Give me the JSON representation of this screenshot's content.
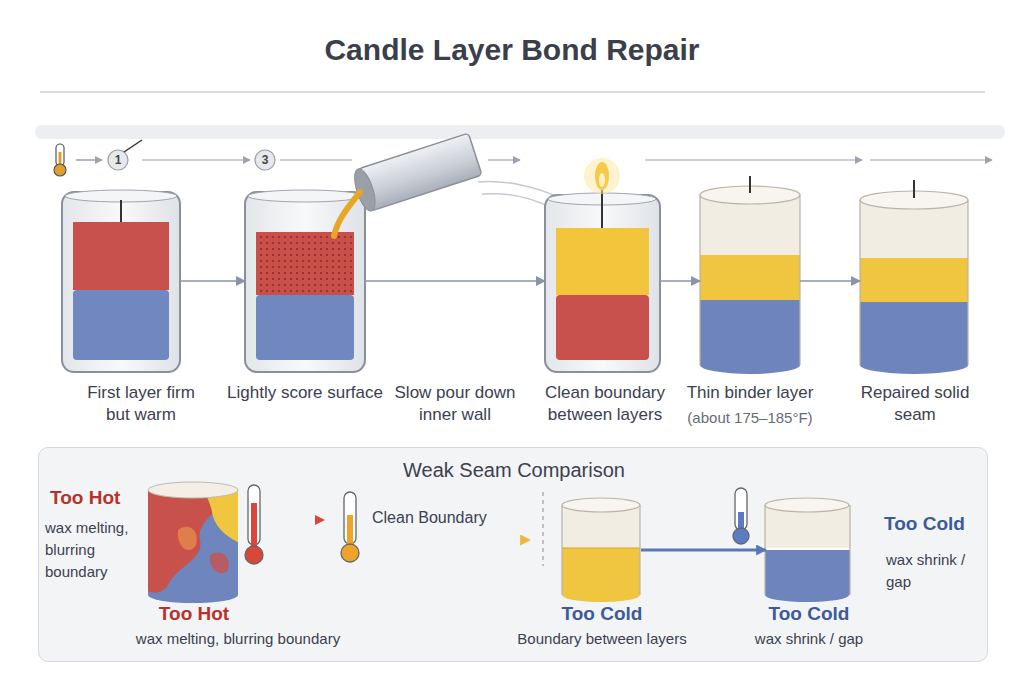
{
  "diagram": {
    "title": "Candle Layer Bond Repair",
    "nodes": [
      {
        "text": [
          "First layer firm but warm"
        ]
      },
      {
        "text": [
          "Lightly score surface"
        ]
      },
      {
        "text": [
          "Clean boundary between layers"
        ]
      },
      {
        "text": [
          "Thin binder layer",
          "(about 175–185°F)"
        ]
      },
      {
        "text": [
          "Repaired solid seam"
        ]
      },
      {
        "text": [
          "Weak Seam Comparison"
        ]
      },
      {
        "text": [
          "Too Hot",
          "wax melting, blurring boundary"
        ],
        "in": 5
      },
      {
        "text": [
          "Too Cold",
          "Boundary between layers"
        ],
        "in": 5
      },
      {
        "text": [
          "Too Cold",
          "wax shrink / gap"
        ],
        "in": 5
      }
    ],
    "edges": [
      {
        "from": 0,
        "to": 1,
        "arrow": "to"
      },
      {
        "from": 1,
        "to": 2,
        "label": "Slow pour down inner wall",
        "arrow": "to"
      },
      {
        "from": 2,
        "to": 3,
        "arrow": "to"
      },
      {
        "from": 3,
        "to": 4,
        "arrow": "to"
      },
      {
        "from": 7,
        "to": 8,
        "arrow": "to"
      }
    ],
    "labels": [
      "1",
      "3",
      "Too Hot",
      "wax melting, blurring boundary",
      "Clean Boundary",
      "Too Cold",
      "wax shrink / gap"
    ]
  }
}
